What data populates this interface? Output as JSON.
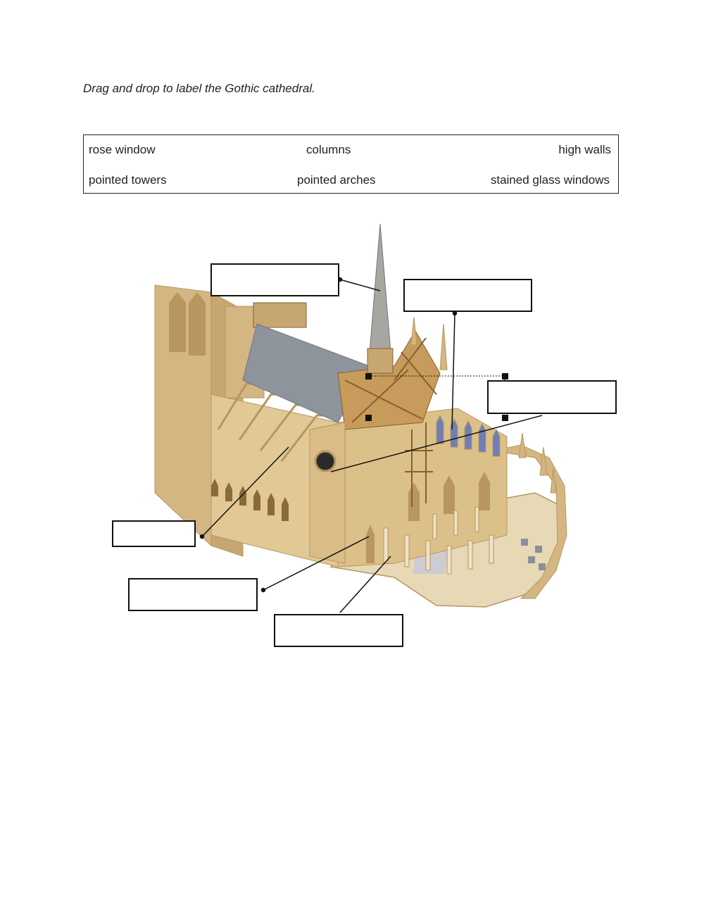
{
  "instructions": "Drag and drop to label the Gothic cathedral.",
  "word_bank": {
    "items": [
      "rose window",
      "columns",
      "high walls",
      "pointed towers",
      "pointed arches",
      "stained glass windows"
    ]
  },
  "diagram": {
    "image_subject": "cathedral-cutaway-illustration",
    "drop_zones": [
      {
        "label": ""
      },
      {
        "label": ""
      },
      {
        "label": ""
      },
      {
        "label": ""
      },
      {
        "label": ""
      },
      {
        "label": ""
      }
    ]
  },
  "colors": {
    "stone_light": "#e6d2a6",
    "stone_mid": "#d3b682",
    "stone_dark": "#b79660",
    "roof": "#8e949c",
    "timber": "#8a5f2c",
    "floor": "#e7d8b6",
    "stained_glass": "#6f7fb5",
    "line": "#111111"
  }
}
